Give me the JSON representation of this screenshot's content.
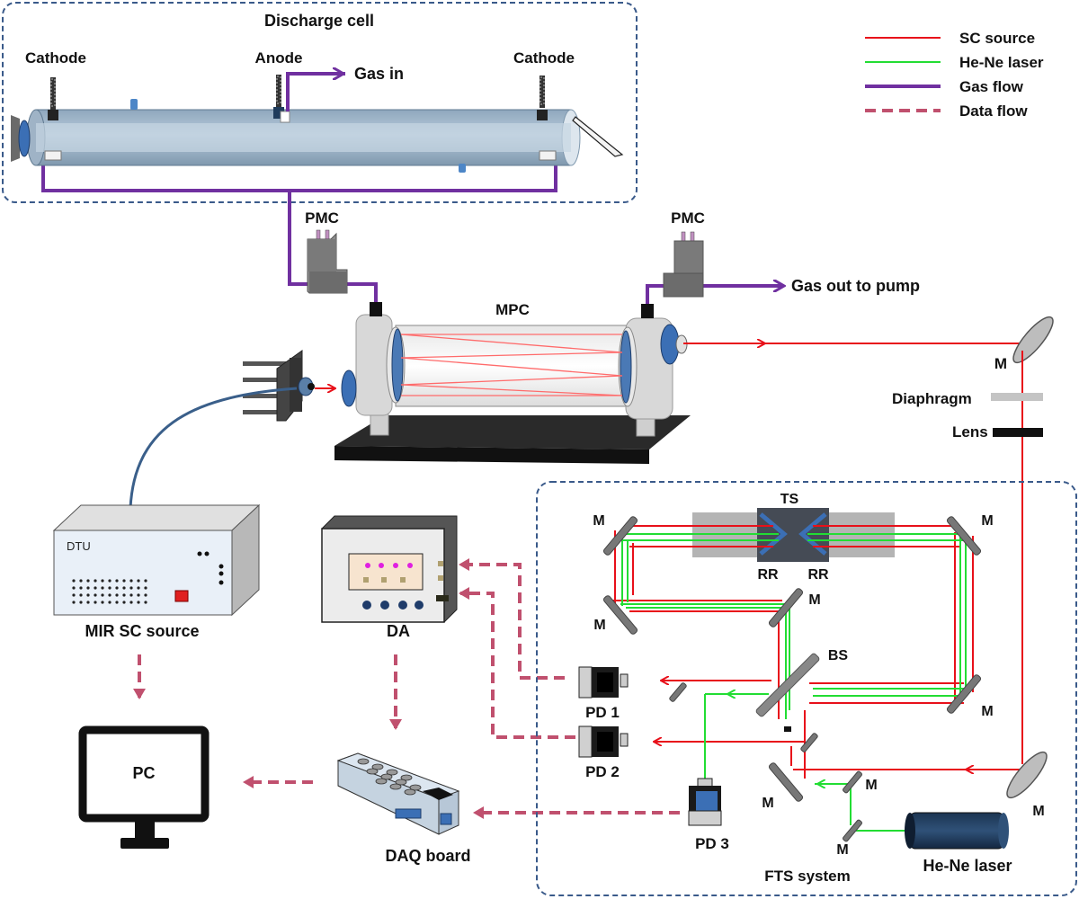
{
  "legend": {
    "sc_source": "SC source",
    "hene_laser": "He-Ne laser",
    "gas_flow": "Gas flow",
    "data_flow": "Data flow"
  },
  "colors": {
    "sc_source": "#e8101a",
    "hene_laser": "#22dd33",
    "gas_flow": "#7030a0",
    "data_flow": "#c0506e",
    "box_border": "#3a5a8a"
  },
  "discharge_cell": {
    "title": "Discharge cell",
    "cathode_left": "Cathode",
    "anode": "Anode",
    "cathode_right": "Cathode",
    "gas_in": "Gas in"
  },
  "pmc_left": "PMC",
  "pmc_right": "PMC",
  "gas_out": "Gas out to pump",
  "mpc": "MPC",
  "optics": {
    "mirror_top": "M",
    "diaphragm": "Diaphragm",
    "lens": "Lens"
  },
  "sc_source_unit": {
    "brand": "DTU",
    "label": "MIR SC source"
  },
  "da": "DA",
  "pc": {
    "screen_text": "PC"
  },
  "daq": "DAQ board",
  "fts": {
    "title": "FTS system",
    "ts": "TS",
    "rr_left": "RR",
    "rr_right": "RR",
    "bs": "BS",
    "mirror": "M",
    "pd1": "PD 1",
    "pd2": "PD 2",
    "pd3": "PD 3",
    "hene": "He-Ne laser"
  }
}
